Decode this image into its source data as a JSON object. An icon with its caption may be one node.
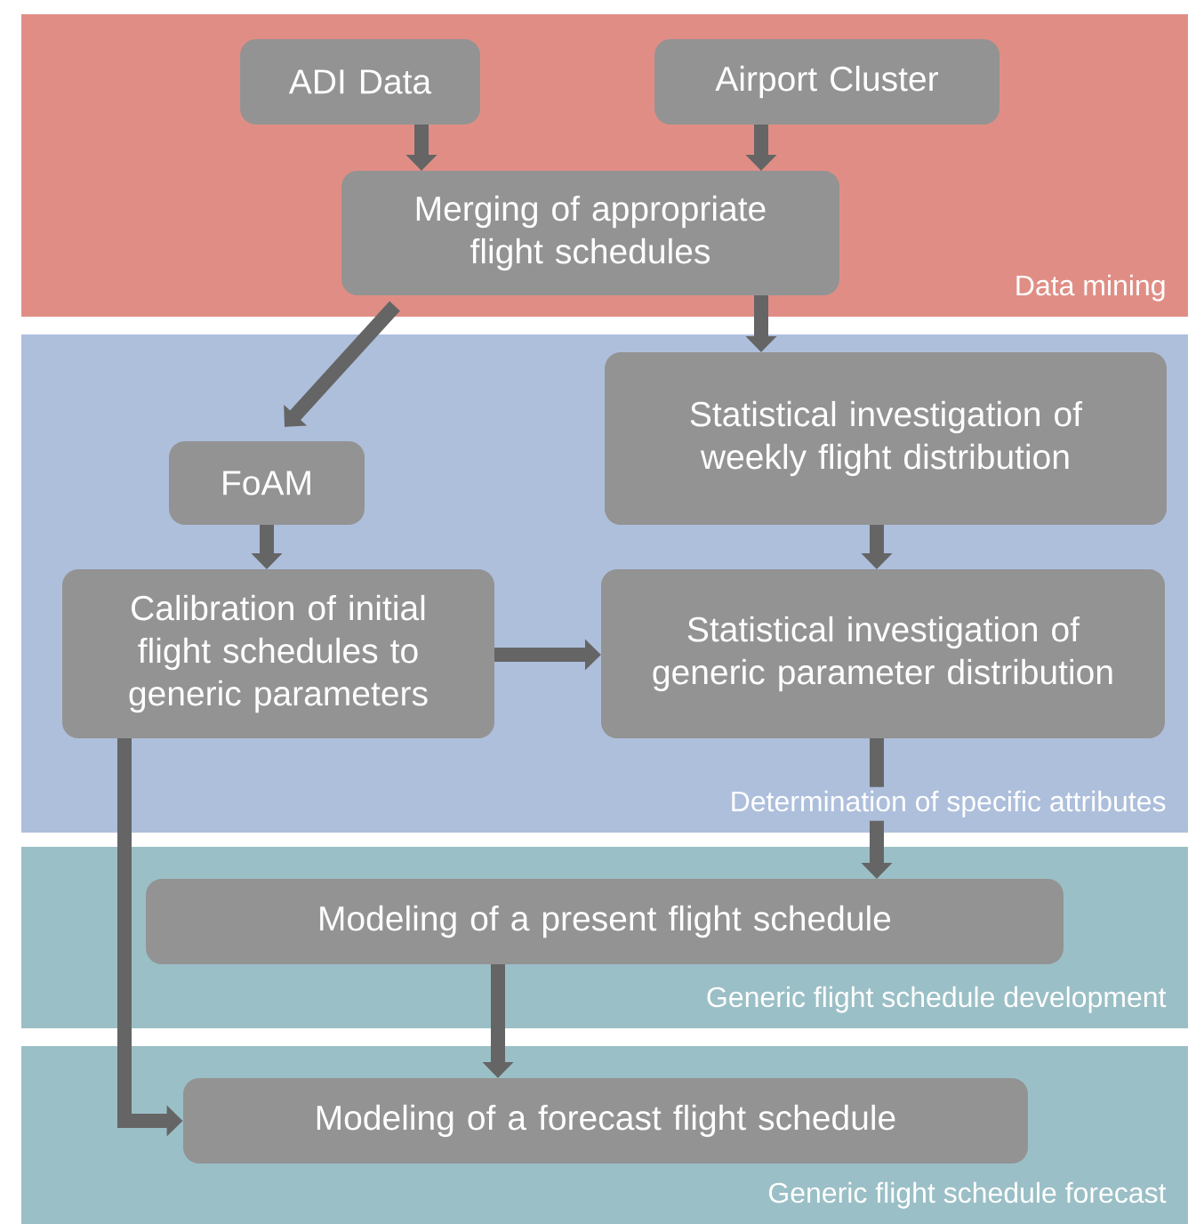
{
  "diagram": {
    "nodes": [
      {
        "text": [
          "Data mining"
        ]
      },
      {
        "text": [
          "ADI Data"
        ],
        "in": 0
      },
      {
        "text": [
          "Airport Cluster"
        ],
        "in": 0
      },
      {
        "text": [
          "Merging of appropriate flight schedules"
        ],
        "in": 0
      },
      {
        "text": [
          "Determination of specific attributes"
        ]
      },
      {
        "text": [
          "Statistical investigation of weekly flight distribution"
        ],
        "in": 4
      },
      {
        "text": [
          "FoAM"
        ],
        "in": 4
      },
      {
        "text": [
          "Calibration of initial flight schedules to generic parameters"
        ],
        "in": 4
      },
      {
        "text": [
          "Statistical investigation of generic parameter distribution"
        ],
        "in": 4
      },
      {
        "text": [
          "Generic flight schedule development"
        ]
      },
      {
        "text": [
          "Modeling of a present flight schedule"
        ],
        "in": 9
      },
      {
        "text": [
          "Generic flight schedule forecast"
        ]
      },
      {
        "text": [
          "Modeling of a forecast flight schedule"
        ],
        "in": 11
      }
    ],
    "edges": [
      {
        "from": 1,
        "to": 3,
        "arrow": "to"
      },
      {
        "from": 2,
        "to": 3,
        "arrow": "to"
      },
      {
        "from": 3,
        "to": 6,
        "arrow": "to"
      },
      {
        "from": 3,
        "to": 5,
        "arrow": "to"
      },
      {
        "from": 5,
        "to": 8,
        "arrow": "to"
      },
      {
        "from": 6,
        "to": 7,
        "arrow": "to"
      },
      {
        "from": 7,
        "to": 8,
        "arrow": "to"
      },
      {
        "from": 8,
        "to": 10,
        "arrow": "to"
      },
      {
        "from": 10,
        "to": 12,
        "arrow": "to"
      },
      {
        "from": 7,
        "to": 12,
        "arrow": "to"
      }
    ]
  }
}
